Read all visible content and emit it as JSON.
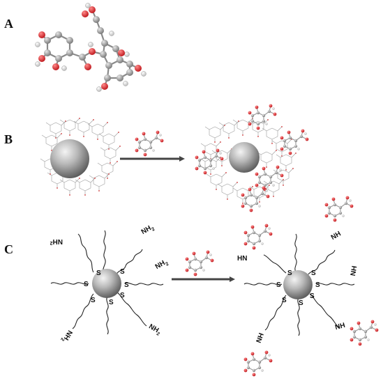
{
  "panels": {
    "a": {
      "label": "A"
    },
    "b": {
      "label": "B"
    },
    "c": {
      "label": "C"
    }
  },
  "labels": {
    "sulfur": "S",
    "amine": "NH2",
    "amine_sub": "2",
    "amine_base": "NH",
    "imine": "NH",
    "hn": "HN"
  },
  "colors": {
    "oxygen": "#d8262b",
    "carbon": "#8c8c8c",
    "hydrogen": "#ffffff",
    "arrow": "#444444",
    "sphere_light": "#f4f4f4",
    "sphere_dark": "#5c5c5c"
  },
  "icons": {
    "sphere": "nanoparticle-sphere-icon",
    "molecule": "ball-and-stick-molecule-icon",
    "arrow": "right-arrow-icon"
  }
}
